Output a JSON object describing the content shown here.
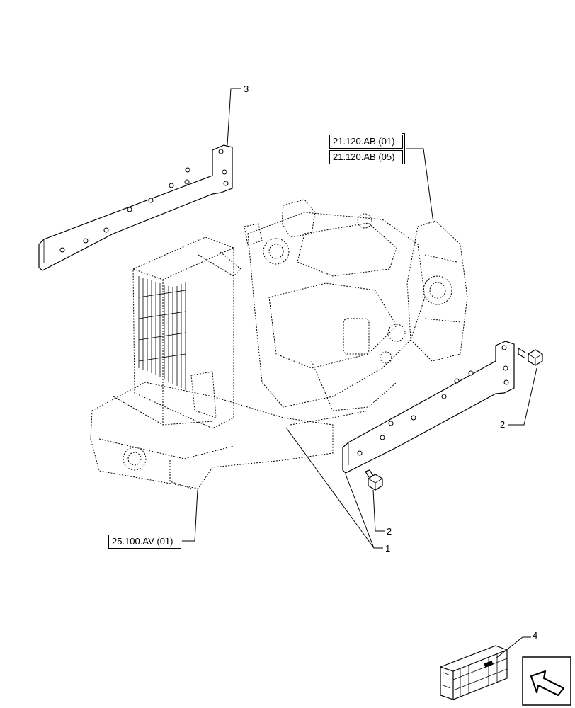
{
  "callouts": {
    "item_3": "3",
    "item_2_right": "2",
    "item_2_lower": "2",
    "item_1": "1",
    "item_4": "4"
  },
  "references": {
    "ref_top_1": "21.120.AB (01)",
    "ref_top_2": "21.120.AB (05)",
    "ref_bottom": "25.100.AV (01)"
  },
  "icons": {
    "nav_arrow": "navigation-arrow-icon",
    "kit_box": "kit-box-icon"
  }
}
